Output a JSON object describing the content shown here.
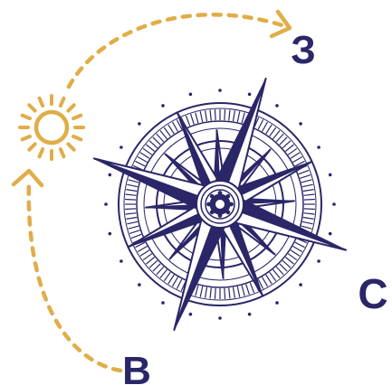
{
  "labels": {
    "east": "З",
    "southeast": "С",
    "south": "В"
  },
  "icons": {
    "sun": "sun-icon",
    "compass": "compass-rose-icon",
    "arrows": "dashed-arc-arrow-icon"
  },
  "colors": {
    "navy": "#2a2668",
    "gold": "#e0ad48",
    "background": "#ffffff"
  }
}
